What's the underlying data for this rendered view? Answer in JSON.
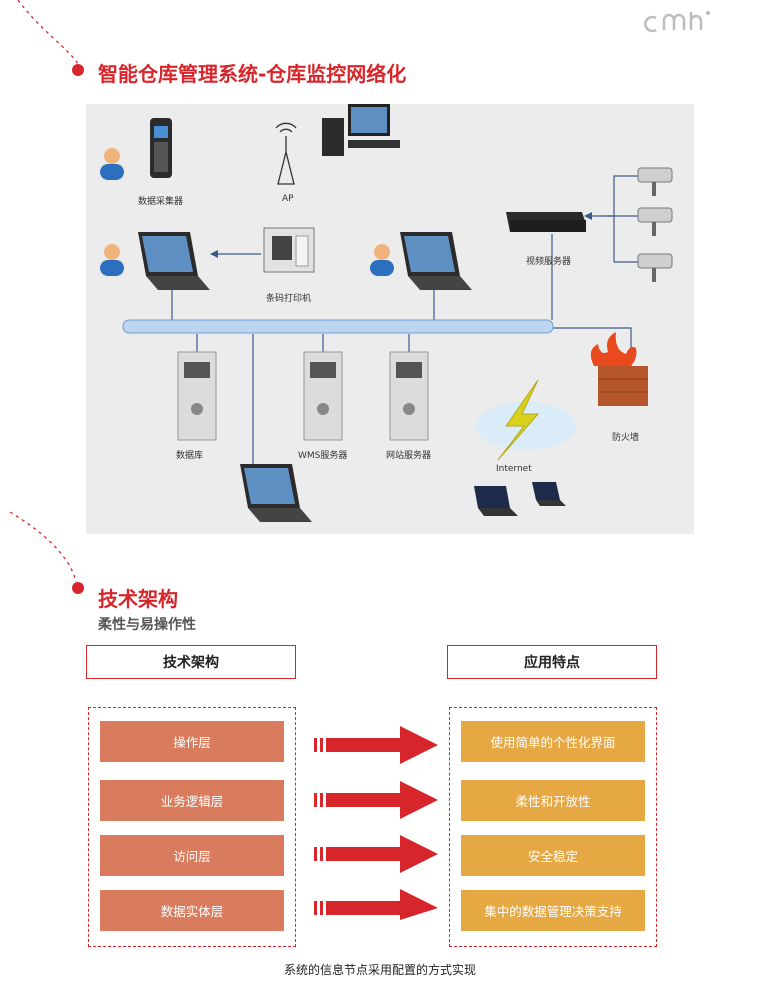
{
  "brand": {
    "logo_text": "cmh"
  },
  "section1": {
    "title": "智能仓库管理系统-仓库监控网络化"
  },
  "network": {
    "labels": {
      "collector": "数据采集器",
      "ap": "AP",
      "printer": "条码打印机",
      "video_server": "视频服务器",
      "database": "数据库",
      "wms_server": "WMS服务器",
      "web_server": "网站服务器",
      "internet": "Internet",
      "firewall": "防火墙"
    }
  },
  "section2": {
    "title": "技术架构",
    "subtitle": "柔性与易操作性",
    "left_header": "技术架构",
    "right_header": "应用特点",
    "left_items": [
      "操作层",
      "业务逻辑层",
      "访问层",
      "数据实体层"
    ],
    "right_items": [
      "使用简单的个性化界面",
      "柔性和开放性",
      "安全稳定",
      "集中的数据管理决策支持"
    ]
  },
  "footer": {
    "text": "系统的信息节点采用配置的方式实现"
  },
  "colors": {
    "accent": "#d7262b",
    "left_box": "#d97b5d",
    "right_box": "#e6a843",
    "bus": "#bcd6f0"
  }
}
